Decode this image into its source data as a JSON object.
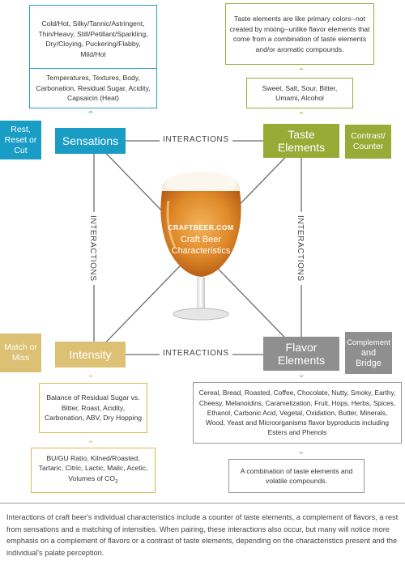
{
  "colors": {
    "sensations": "#1a9dc5",
    "taste": "#98ab36",
    "intensity": "#dcc074",
    "flavor": "#8f8f8f",
    "line": "#6b6b6b"
  },
  "nodes": {
    "sensations": "Sensations",
    "taste_line1": "Taste",
    "taste_line2": "Elements",
    "intensity": "Intensity",
    "flavor_line1": "Flavor",
    "flavor_line2": "Elements"
  },
  "sides": {
    "rest_line1": "Rest,",
    "rest_line2": "Reset or",
    "rest_line3": "Cut",
    "contrast_line1": "Contrast/",
    "contrast_line2": "Counter",
    "match_line1": "Match or",
    "match_line2": "Miss",
    "complement_line1": "Complement",
    "complement_line2": "and",
    "complement_line3": "Bridge"
  },
  "links": {
    "top": "INTERACTIONS",
    "bottom": "INTERACTIONS",
    "left": "INTERACTIONS",
    "right": "INTERACTIONS"
  },
  "center": {
    "logo": "CRAFTBEER.COM",
    "line1": "Craft Beer",
    "line2": "Characteristics"
  },
  "boxes": {
    "sensations_top": "Cold/Hot, Silky/Tannic/Astringent, Thin/Heavy, Still/Petillant/Sparkling, Dry/Cloying, Puckering/Flabby, Mild/Hot",
    "sensations_mid": "Temperatures, Textures, Body, Carbonation, Residual Sugar, Acidity, Capsaicin (Heat)",
    "taste_top": "Taste elements are like primary colors--not created by mixing--unlike flavor elements that come from a combination of taste elements and/or aromatic compounds.",
    "taste_mid": "Sweet, Salt, Sour, Bitter, Umami, Alcohol",
    "intensity_mid": "Balance of Residual Sugar vs. Bitter, Roast, Acidity, Carbonation, ABV, Dry Hopping",
    "intensity_bottom_pre": "BU/GU Ratio, Kilned/Roasted, Tartaric, Citric, Lactic, Malic, Acetic, Volumes of CO",
    "intensity_bottom_sub": "2",
    "flavor_mid": "Cereal, Bread, Roasted, Coffee, Chocolate, Nutty, Smoky, Earthy, Cheesy, Melanoidins, Caramelization, Fruit, Hops, Herbs, Spices, Ethanol, Carbonic Acid, Vegetal, Oxidation, Butter, Minerals, Wood, Yeast and Microorganisms flavor byproducts including Esters and Phenols",
    "flavor_bottom": "A combination of taste elements and volatile compounds."
  },
  "caption": "Interactions of craft beer's individual characteristics include a counter of taste elements, a complement of flavors, a rest from sensations and a matching of intensities. When pairing, these interactions also occur, but many will notice more emphasis on a complement of flavors or a contrast of taste elements, depending on the characteristics present and the individual's palate perception."
}
